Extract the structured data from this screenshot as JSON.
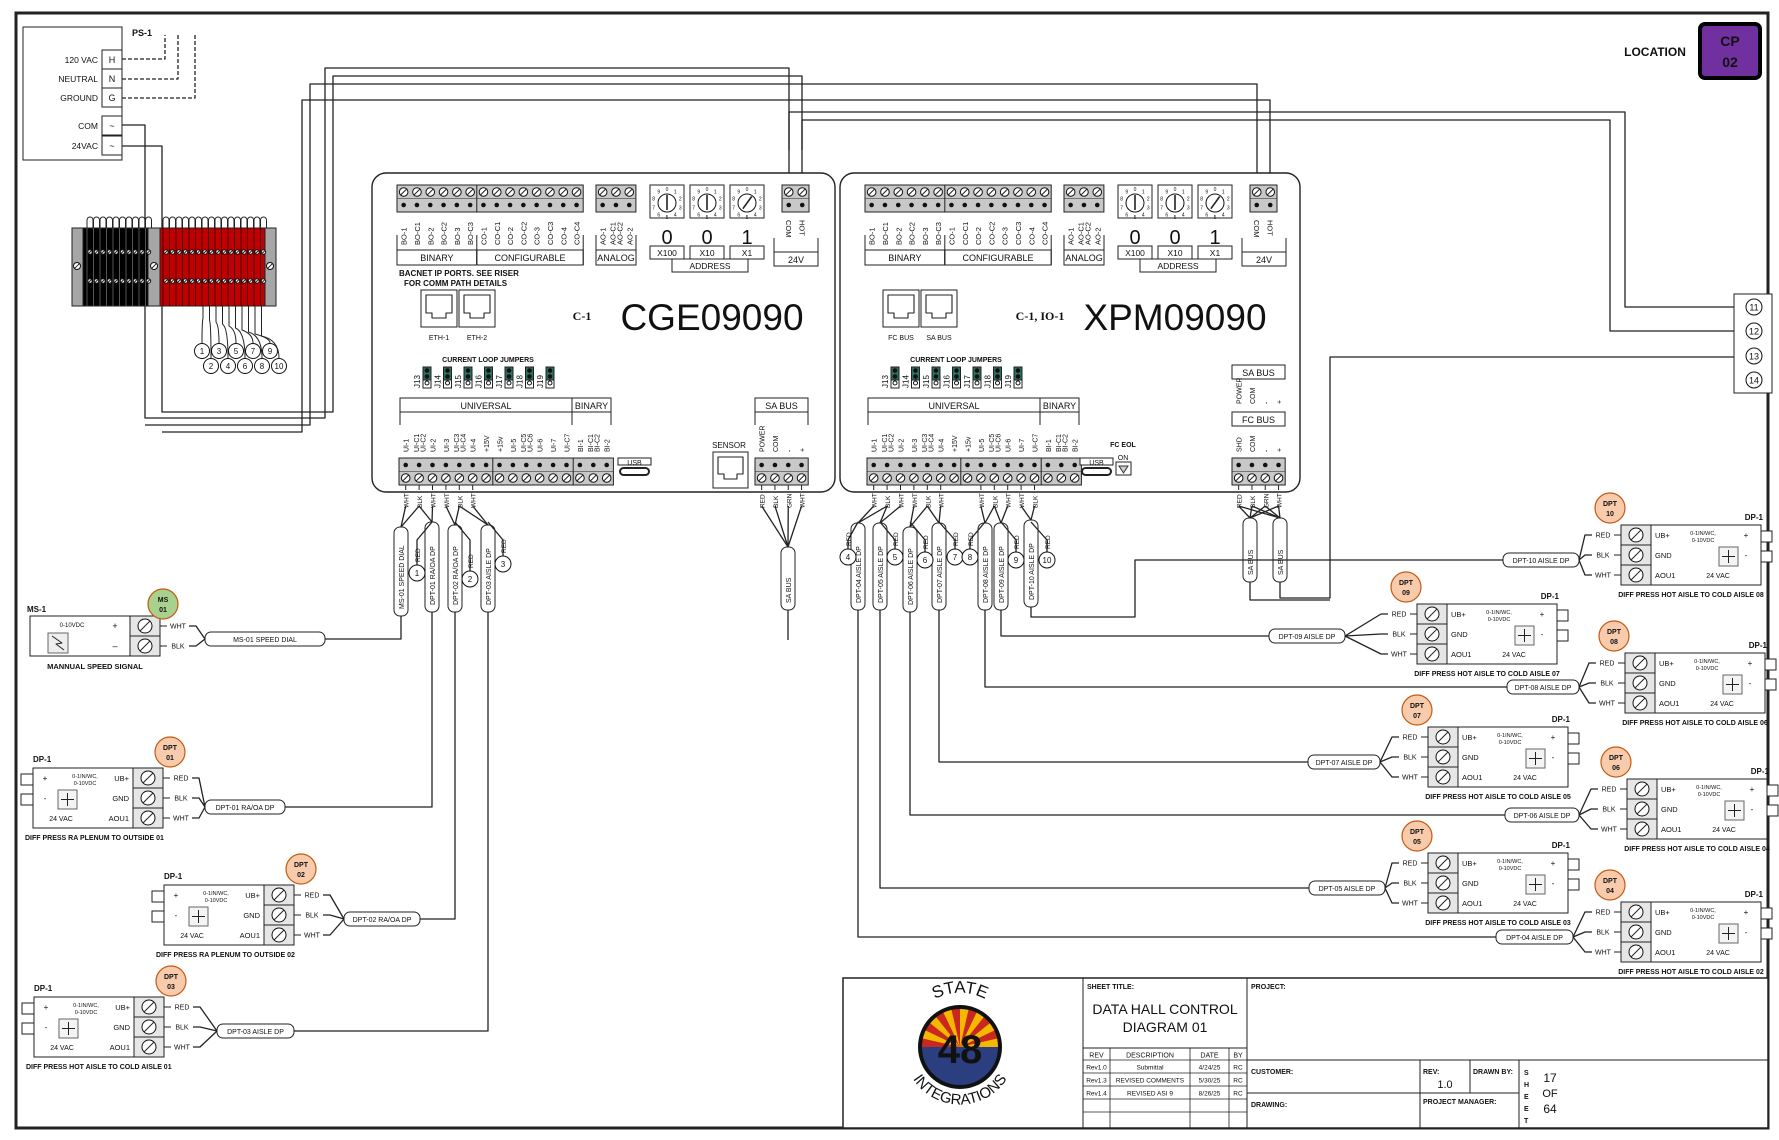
{
  "location": {
    "label": "LOCATION",
    "code": [
      "CP",
      "02"
    ],
    "color": "#7030a0"
  },
  "power_supply": {
    "tag": "PS-1",
    "terminals": [
      {
        "label": "120 VAC",
        "pin": "H"
      },
      {
        "label": "NEUTRAL",
        "pin": "N"
      },
      {
        "label": "GROUND",
        "pin": "G"
      },
      {
        "label": "COM",
        "pin": "~"
      },
      {
        "label": "24VAC",
        "pin": "~"
      }
    ]
  },
  "terminal_block": {
    "numbers": [
      "1",
      "2",
      "3",
      "4",
      "5",
      "6",
      "7",
      "8",
      "9",
      "10"
    ],
    "colors": {
      "common": "#000000",
      "hot": "#c00000",
      "end": "#a6a6a6"
    }
  },
  "right_terminal_strip": {
    "numbers": [
      "11",
      "12",
      "13",
      "14"
    ]
  },
  "controllers": [
    {
      "model": "CGE09090",
      "designation": "C-1",
      "top_binary_labels": [
        "BO-1",
        "BO-C1",
        "BO-2",
        "BO-C2",
        "BO-3",
        "BO-C3"
      ],
      "top_config_labels": [
        "CO-1",
        "CO-C1",
        "CO-2",
        "CO-C2",
        "CO-3",
        "CO-C3",
        "CO-4",
        "CO-C4"
      ],
      "analog_labels": [
        [
          "AO-1"
        ],
        [
          "AO-C1",
          "AO-C2"
        ],
        [
          "AO-2"
        ]
      ],
      "groups": {
        "binary": "BINARY",
        "configurable": "CONFIGURABLE",
        "analog": "ANALOG",
        "address": "ADDRESS",
        "power": "24V",
        "universal": "UNIVERSAL",
        "binary_in": "BINARY"
      },
      "dial_scale": [
        "0",
        "1",
        "2",
        "3",
        "4",
        "5",
        "6",
        "7",
        "8",
        "9"
      ],
      "dial_digits": [
        "0",
        "0",
        "1"
      ],
      "dial_multipliers": [
        "X100",
        "X10",
        "X1"
      ],
      "power_labels": [
        "COM",
        "HOT"
      ],
      "port_note": [
        "BACNET IP PORTS. SEE RISER",
        "FOR COMM PATH DETAILS"
      ],
      "ports": [
        "ETH-1",
        "ETH-2"
      ],
      "jumper_title": "CURRENT LOOP JUMPERS",
      "jumpers": [
        "J13",
        "J14",
        "J15",
        "J16",
        "J17",
        "J18",
        "J19"
      ],
      "bottom_labels": [
        [
          "UI-1"
        ],
        [
          "UI-C1",
          "UI-C2"
        ],
        [
          "UI-2"
        ],
        [
          "UI-3"
        ],
        [
          "UI-C3",
          "UI-C4"
        ],
        [
          "UI-4"
        ],
        [
          "+15V"
        ],
        [
          "+15v"
        ],
        [
          "UI-5"
        ],
        [
          "UI-C5",
          "UI-C6"
        ],
        [
          "UI-6"
        ],
        [
          "UI-7"
        ],
        [
          "UI-C7"
        ],
        [
          "BI-1"
        ],
        [
          "BI-C1",
          "BI-C2"
        ],
        [
          "BI-2"
        ]
      ],
      "wire_labels": [
        "WHT",
        "BLK",
        "WHT",
        "WHT",
        "BLK",
        "WHT",
        "",
        "",
        "",
        "",
        "",
        "",
        "",
        "",
        "",
        ""
      ],
      "usb": "USB",
      "sensor": "SENSOR",
      "sa_bus": {
        "title": "SA BUS",
        "labels": [
          "POWER",
          "COM",
          "-",
          "+"
        ],
        "wires": [
          "RED",
          "BLK",
          "GRN",
          "WHT"
        ]
      },
      "cables": [
        "MS-01 SPEED DIAL",
        "DPT-01 RA/OA DP",
        "DPT-02 RA/OA DP",
        "DPT-03 AISLE DP"
      ],
      "bus_cable": "SA BUS",
      "circles": [
        "1",
        "2",
        "3"
      ],
      "circle_wire": "RED"
    },
    {
      "model": "XPM09090",
      "designation": "C-1, IO-1",
      "top_binary_labels": [
        "BO-1",
        "BO-C1",
        "BO-2",
        "BO-C2",
        "BO-3",
        "BO-C3"
      ],
      "top_config_labels": [
        "CO-1",
        "CO-C1",
        "CO-2",
        "CO-C2",
        "CO-3",
        "CO-C3",
        "CO-4",
        "CO-C4"
      ],
      "analog_labels": [
        [
          "AO-1"
        ],
        [
          "AO-C1",
          "AO-C2"
        ],
        [
          "AO-2"
        ]
      ],
      "groups": {
        "binary": "BINARY",
        "configurable": "CONFIGURABLE",
        "analog": "ANALOG",
        "address": "ADDRESS",
        "power": "24V",
        "universal": "UNIVERSAL",
        "binary_in": "BINARY"
      },
      "dial_scale": [
        "0",
        "1",
        "2",
        "3",
        "4",
        "5",
        "6",
        "7",
        "8",
        "9"
      ],
      "dial_digits": [
        "0",
        "0",
        "1"
      ],
      "dial_multipliers": [
        "X100",
        "X10",
        "X1"
      ],
      "power_labels": [
        "COM",
        "HOT"
      ],
      "ports": [
        "FC BUS",
        "SA BUS"
      ],
      "jumper_title": "CURRENT LOOP JUMPERS",
      "jumpers": [
        "J13",
        "J14",
        "J15",
        "J16",
        "J17",
        "J18",
        "J19"
      ],
      "bottom_labels": [
        [
          "UI-1"
        ],
        [
          "UI-C1",
          "UI-C2"
        ],
        [
          "UI-2"
        ],
        [
          "UI-3"
        ],
        [
          "UI-C3",
          "UI-C4"
        ],
        [
          "UI-4"
        ],
        [
          "+15V"
        ],
        [
          "+15v"
        ],
        [
          "UI-5"
        ],
        [
          "UI-C5",
          "UI-C6"
        ],
        [
          "UI-6"
        ],
        [
          "UI-7"
        ],
        [
          "UI-C7"
        ],
        [
          "BI-1"
        ],
        [
          "BI-C1",
          "BI-C2"
        ],
        [
          "BI-2"
        ]
      ],
      "wire_labels": [
        "WHT",
        "BLK",
        "WHT",
        "WHT",
        "BLK",
        "WHT",
        "",
        "",
        "WHT",
        "BLK",
        "WHT",
        "WHT",
        "BLK",
        "",
        "",
        ""
      ],
      "usb": "USB",
      "fc_eol": {
        "title": "FC EOL",
        "state": "ON"
      },
      "sa_bus": {
        "title": "SA BUS",
        "labels": [
          "POWER",
          "COM",
          "-",
          "+"
        ]
      },
      "fc_bus": {
        "title": "FC BUS",
        "labels": [
          "SHD",
          "COM",
          "-",
          "+"
        ],
        "wires": [
          "RED",
          "BLK",
          "GRN",
          "WHT"
        ]
      },
      "cables": [
        "DPT-04 AISLE DP",
        "DPT-05 AISLE DP",
        "DPT-06 AISLE DP",
        "DPT-07 AISLE DP",
        "DPT-08 AISLE DP",
        "DPT-09 AISLE DP",
        "DPT-10 AISLE DP"
      ],
      "bus_cables": [
        "SA BUS",
        "SA BUS"
      ],
      "circles": [
        "4",
        "5",
        "6",
        "7",
        "8",
        "9",
        "10"
      ],
      "circle_wire": "RED"
    }
  ],
  "speed_signal": {
    "tag": "MS-1",
    "badge": [
      "MS",
      "01"
    ],
    "badge_color": "#a9d18e",
    "signal": "0-10VDC",
    "terminals": [
      "+",
      "–"
    ],
    "wires": [
      "WHT",
      "BLK"
    ],
    "caption": "MANNUAL SPEED SIGNAL",
    "cable": "MS-01 SPEED DIAL"
  },
  "sensors": [
    {
      "badge": [
        "DPT",
        "01"
      ],
      "caption": "DIFF PRESS RA PLENUM TO OUTSIDE 01",
      "cable": "DPT-01 RA/OA DP"
    },
    {
      "badge": [
        "DPT",
        "02"
      ],
      "caption": "DIFF PRESS RA PLENUM TO OUTSIDE 02",
      "cable": "DPT-02 RA/OA DP"
    },
    {
      "badge": [
        "DPT",
        "03"
      ],
      "caption": "DIFF PRESS HOT AISLE TO COLD AISLE 01",
      "cable": "DPT-03 AISLE DP"
    },
    {
      "badge": [
        "DPT",
        "10"
      ],
      "caption": "DIFF PRESS HOT AISLE TO COLD AISLE 08",
      "cable": "DPT-10 AISLE DP"
    },
    {
      "badge": [
        "DPT",
        "09"
      ],
      "caption": "DIFF PRESS HOT AISLE TO COLD AISLE 07",
      "cable": "DPT-09 AISLE DP"
    },
    {
      "badge": [
        "DPT",
        "08"
      ],
      "caption": "DIFF PRESS HOT AISLE TO COLD AISLE 06",
      "cable": "DPT-08 AISLE DP"
    },
    {
      "badge": [
        "DPT",
        "07"
      ],
      "caption": "DIFF PRESS HOT AISLE TO COLD AISLE 05",
      "cable": "DPT-07 AISLE DP"
    },
    {
      "badge": [
        "DPT",
        "06"
      ],
      "caption": "DIFF PRESS HOT AISLE TO COLD AISLE 04",
      "cable": "DPT-06 AISLE DP"
    },
    {
      "badge": [
        "DPT",
        "05"
      ],
      "caption": "DIFF PRESS HOT AISLE TO COLD AISLE 03",
      "cable": "DPT-05 AISLE DP"
    },
    {
      "badge": [
        "DPT",
        "04"
      ],
      "caption": "DIFF PRESS HOT AISLE TO COLD AISLE 02",
      "cable": "DPT-04 AISLE DP"
    }
  ],
  "sensor_common": {
    "tag": "DP-1",
    "badge_color": "#f8cbad",
    "range": [
      "0-1IN/WC,",
      "0-10VDC"
    ],
    "terminals": [
      "UB+",
      "GND",
      "AOU1"
    ],
    "power": "24 VAC",
    "ports": [
      "+",
      "-"
    ],
    "wires": [
      "RED",
      "BLK",
      "WHT"
    ]
  },
  "title_block": {
    "logo": {
      "top": "STATE",
      "number": "48",
      "bottom": "INTEGRATIONS"
    },
    "sheet_title_label": "SHEET TITLE:",
    "sheet_title": [
      "DATA HALL CONTROL",
      "DIAGRAM 01"
    ],
    "project_label": "PROJECT:",
    "revision_headers": [
      "REV",
      "DESCRIPTION",
      "DATE",
      "BY"
    ],
    "revisions": [
      [
        "Rev1.0",
        "Submittal",
        "4/24/25",
        "RC"
      ],
      [
        "Rev1.3",
        "REVISED COMMENTS",
        "5/30/25",
        "RC"
      ],
      [
        "Rev1.4",
        "REVISED ASI 9",
        "8/26/25",
        "RC"
      ]
    ],
    "customer_label": "CUSTOMER:",
    "drawing_label": "DRAWING:",
    "rev_label": "REV:",
    "rev_value": "1.0",
    "drawn_by_label": "DRAWN BY:",
    "project_manager_label": "PROJECT MANAGER:",
    "sheet_letters": [
      "S",
      "H",
      "E",
      "E",
      "T"
    ],
    "sheet_number": "17",
    "sheet_of": "OF",
    "sheet_total": "64"
  }
}
